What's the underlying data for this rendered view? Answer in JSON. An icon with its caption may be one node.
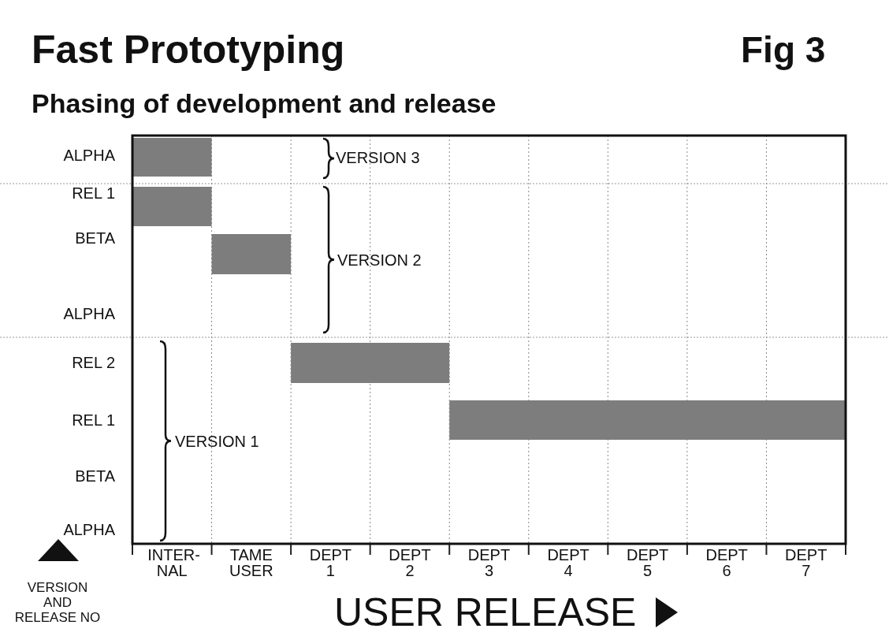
{
  "diagram": {
    "title": "Fast Prototyping",
    "nodes": [
      {
        "text": [],
        "shape": "bar"
      },
      {
        "text": [],
        "shape": "bar"
      },
      {
        "text": [],
        "shape": "bar"
      },
      {
        "text": [],
        "shape": "bar"
      },
      {
        "text": [],
        "shape": "bar"
      }
    ],
    "labels": [
      "Fig 3",
      "Phasing of development and release",
      "ALPHA",
      "VERSION 3",
      "REL 1",
      "BETA",
      "VERSION 2",
      "ALPHA",
      "REL 2",
      "REL 1",
      "VERSION 1",
      "BETA",
      "ALPHA",
      "INTER- NAL",
      "TAME USER",
      "DEPT 1",
      "DEPT 2",
      "DEPT 3",
      "DEPT 4",
      "DEPT 5",
      "DEPT 6",
      "DEPT 7",
      "VERSION AND RELEASE NO",
      "USER RELEASE"
    ]
  }
}
